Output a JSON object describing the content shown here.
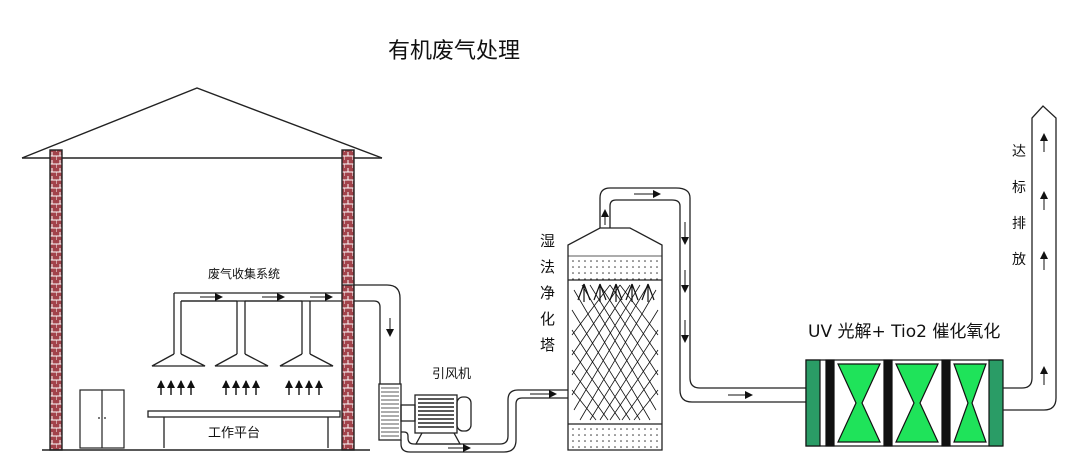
{
  "title": "有机废气处理",
  "labels": {
    "collection": "废气收集系统",
    "platform": "工作平台",
    "fan": "引风机",
    "tower": [
      "湿",
      "法",
      "净",
      "化",
      "塔"
    ],
    "uv": "UV 光解+ Tio2 催化氧化",
    "exhaust": [
      "达",
      "标",
      "排",
      "放"
    ]
  },
  "colors": {
    "brick": "#a2434b",
    "line": "#222222",
    "fill_green": "#1fe35a",
    "band_green": "#2a9c66",
    "band_black": "#111111"
  }
}
